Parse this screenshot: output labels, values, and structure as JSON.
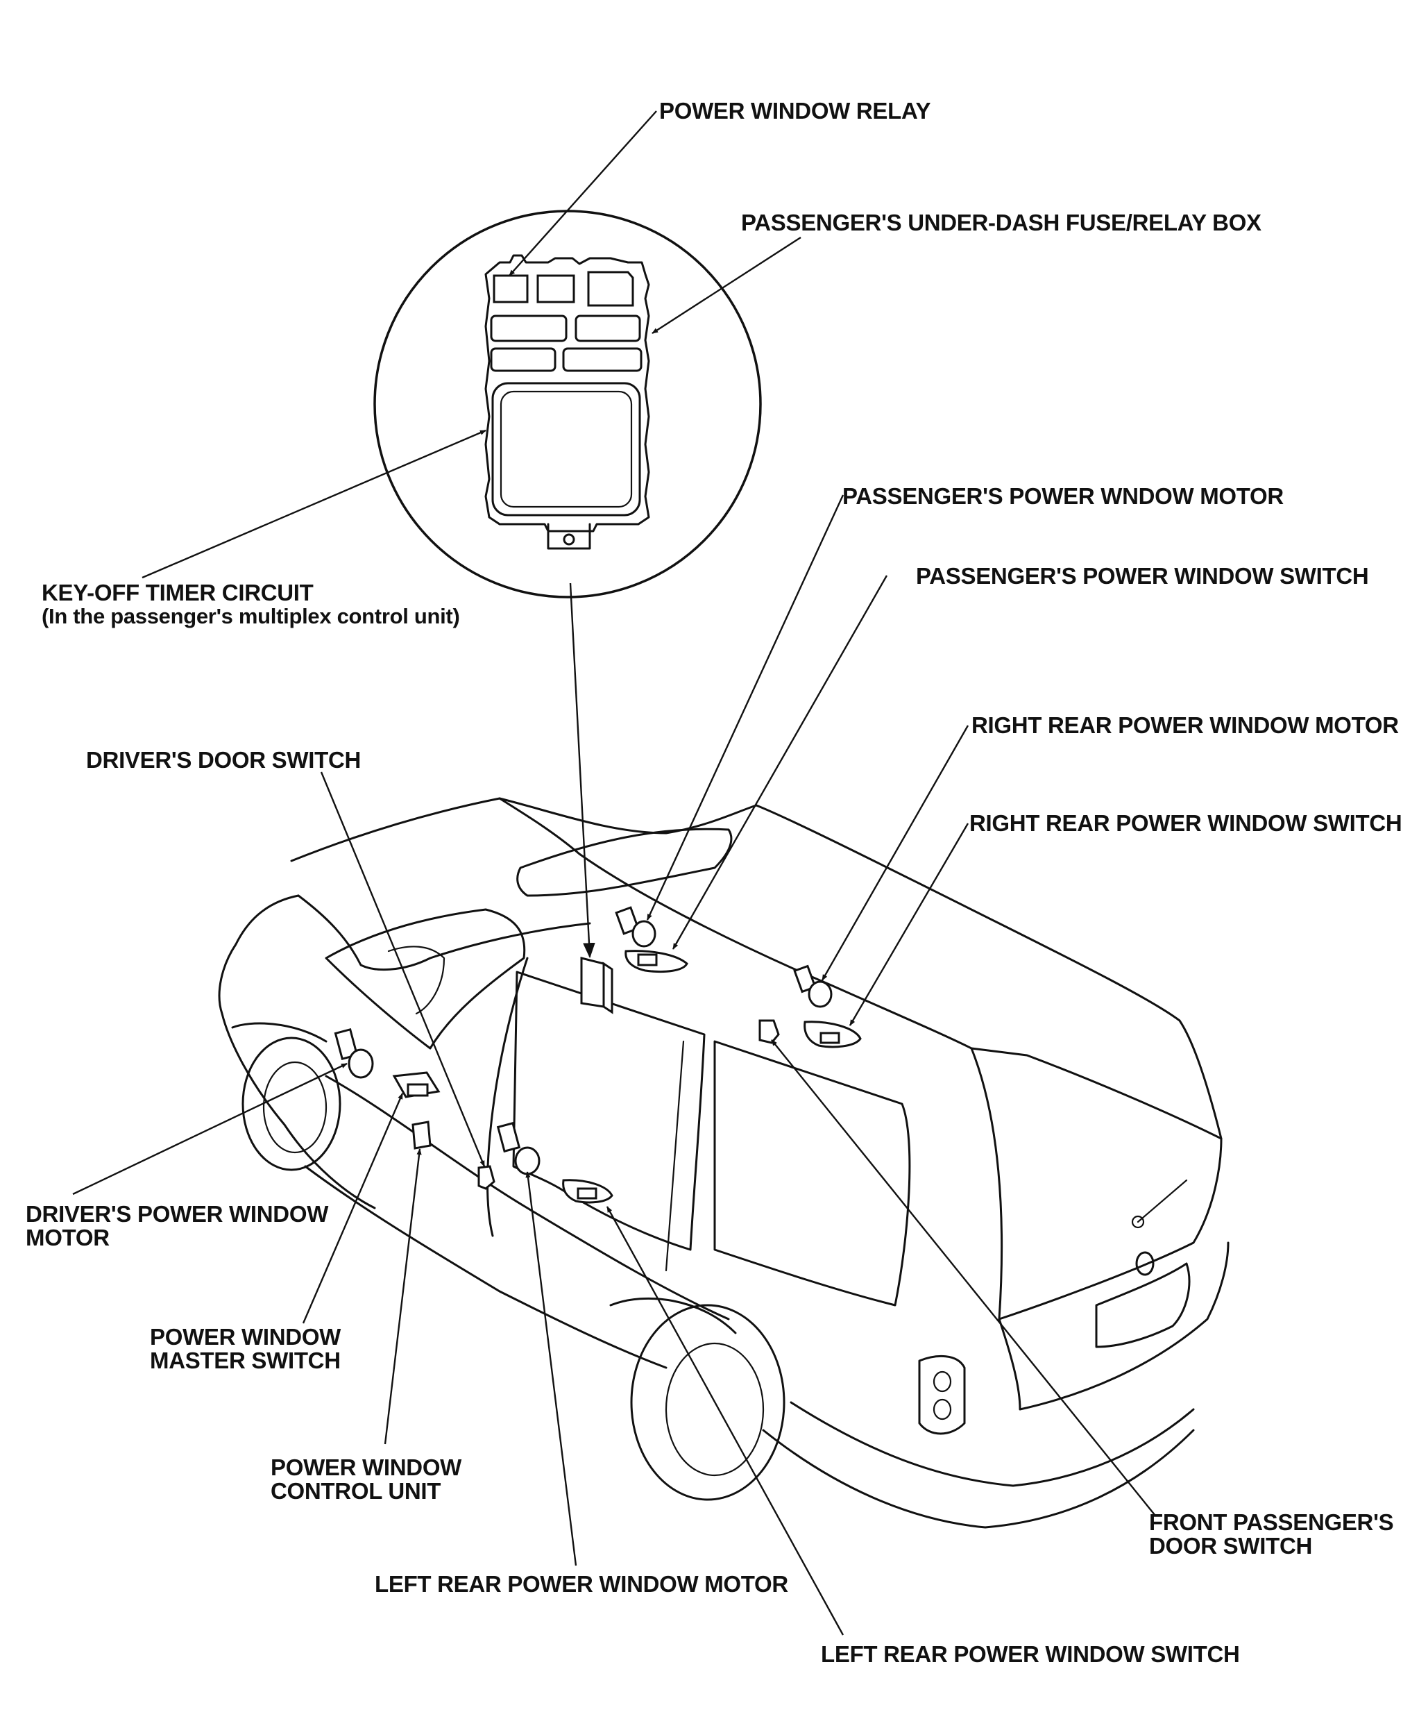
{
  "labels": {
    "power_window_relay": "POWER WINDOW RELAY",
    "under_dash_box": "PASSENGER'S UNDER-DASH FUSE/RELAY BOX",
    "key_off_timer_1": "KEY-OFF TIMER CIRCUIT",
    "key_off_timer_2": "(In the passenger's multiplex control unit)",
    "passenger_motor": "PASSENGER'S POWER WNDOW MOTOR",
    "passenger_switch": "PASSENGER'S POWER WINDOW SWITCH",
    "rr_motor": "RIGHT REAR POWER WINDOW MOTOR",
    "rr_switch": "RIGHT REAR POWER WINDOW SWITCH",
    "driver_door_switch": "DRIVER'S DOOR SWITCH",
    "driver_motor_1": "DRIVER'S POWER WINDOW",
    "driver_motor_2": "MOTOR",
    "master_switch_1": "POWER WINDOW",
    "master_switch_2": "MASTER SWITCH",
    "control_unit_1": "POWER WINDOW",
    "control_unit_2": "CONTROL UNIT",
    "front_pass_door_1": "FRONT PASSENGER'S",
    "front_pass_door_2": "DOOR SWITCH",
    "lr_motor": "LEFT REAR POWER WINDOW MOTOR",
    "lr_switch": "LEFT REAR POWER WINDOW SWITCH"
  },
  "colors": {
    "ink": "#111111",
    "paper": "#ffffff"
  },
  "icons": [
    "fuse-relay-box-icon",
    "window-motor-icon",
    "window-switch-icon",
    "door-switch-icon",
    "control-unit-icon"
  ]
}
